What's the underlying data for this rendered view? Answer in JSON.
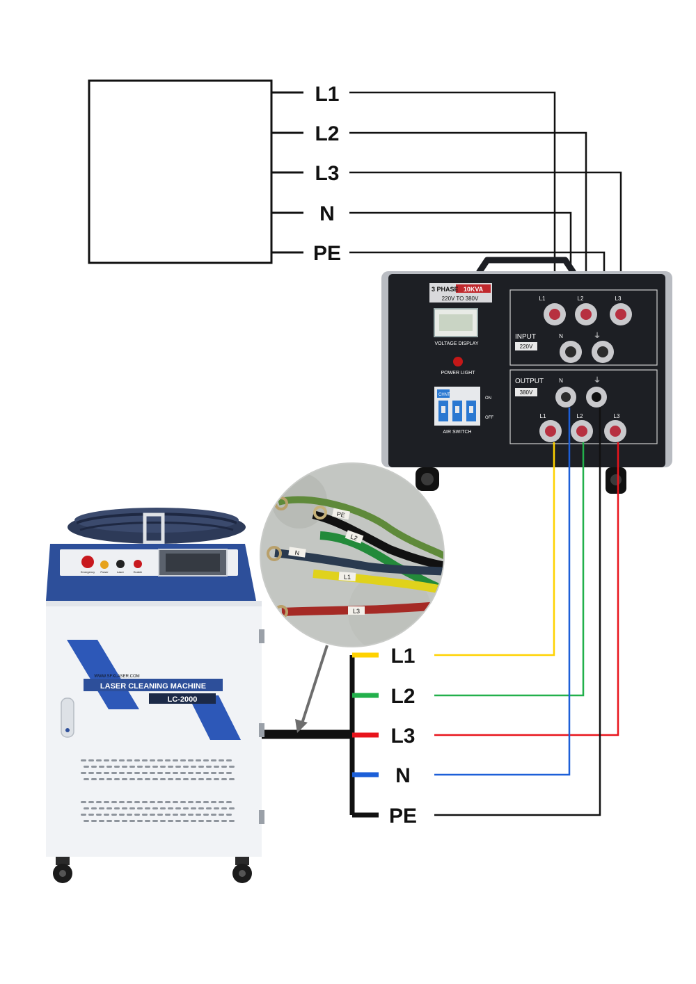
{
  "source_box": {
    "terminals": [
      "L1",
      "L2",
      "L3",
      "N",
      "PE"
    ]
  },
  "transformer": {
    "badge_left": "3 PHASE",
    "badge_right": "10KVA",
    "voltage_range": "220V TO 380V",
    "voltage_display_label": "VOLTAGE DISPLAY",
    "power_light_label": "POWER LIGHT",
    "breaker_brand": "CHNT",
    "breaker_on": "ON",
    "breaker_off": "OFF",
    "air_switch_label": "AIR SWITCH",
    "input_title": "INPUT",
    "input_voltage": "220V",
    "input_terminals": [
      "L1",
      "L2",
      "L3",
      "N",
      "⏚"
    ],
    "output_title": "OUTPUT",
    "output_voltage": "380V",
    "output_terminals": [
      "N",
      "⏚",
      "L1",
      "L2",
      "L3"
    ]
  },
  "machine": {
    "website": "WWW.SFXLASER.COM",
    "name": "LASER CLEANING MACHINE",
    "model": "LC-2000",
    "panel_buttons": [
      "Emergency",
      "Power",
      "Laser",
      "Enable"
    ]
  },
  "cable_photo": {
    "wire_tags": [
      "PE",
      "L2",
      "N",
      "L1",
      "L3"
    ]
  },
  "output_terminals": {
    "labels": [
      "L1",
      "L2",
      "L3",
      "N",
      "PE"
    ]
  },
  "colors": {
    "L1": "#ffd200",
    "L2": "#22b04b",
    "L3": "#e8141c",
    "N": "#1c5fd8",
    "PE": "#111111",
    "machine_blue": "#2d4f9a",
    "transformer_body": "#1d1f24"
  }
}
